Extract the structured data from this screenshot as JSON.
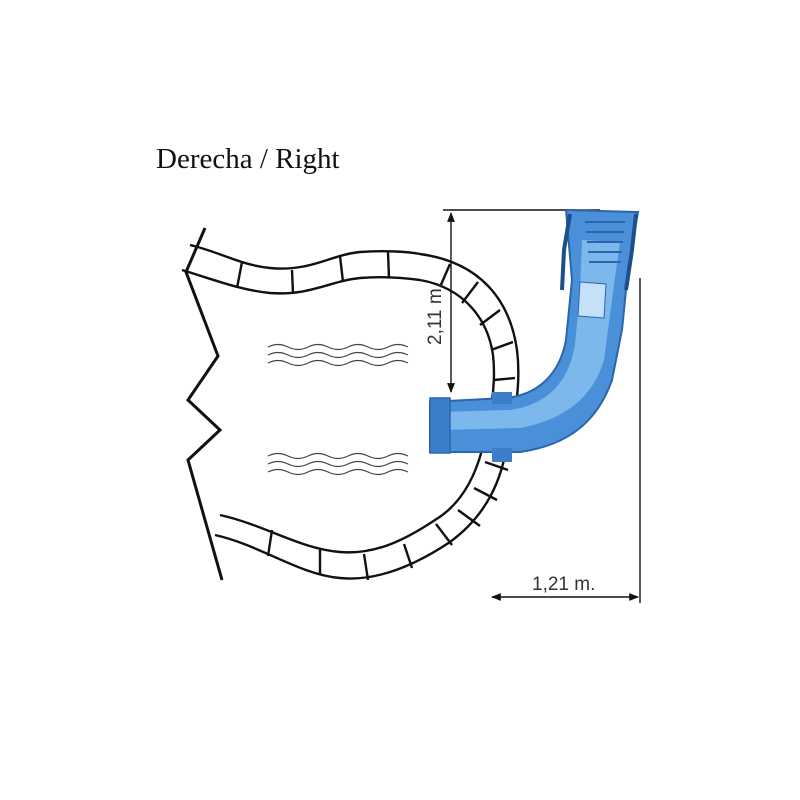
{
  "title": "Derecha / Right",
  "dimensions": {
    "height": "2,11 m.",
    "width": "1,21 m."
  },
  "colors": {
    "slide": "#4a90d9",
    "slide_light": "#7db8ec",
    "slide_dark": "#2a66ad",
    "line": "#111111"
  }
}
